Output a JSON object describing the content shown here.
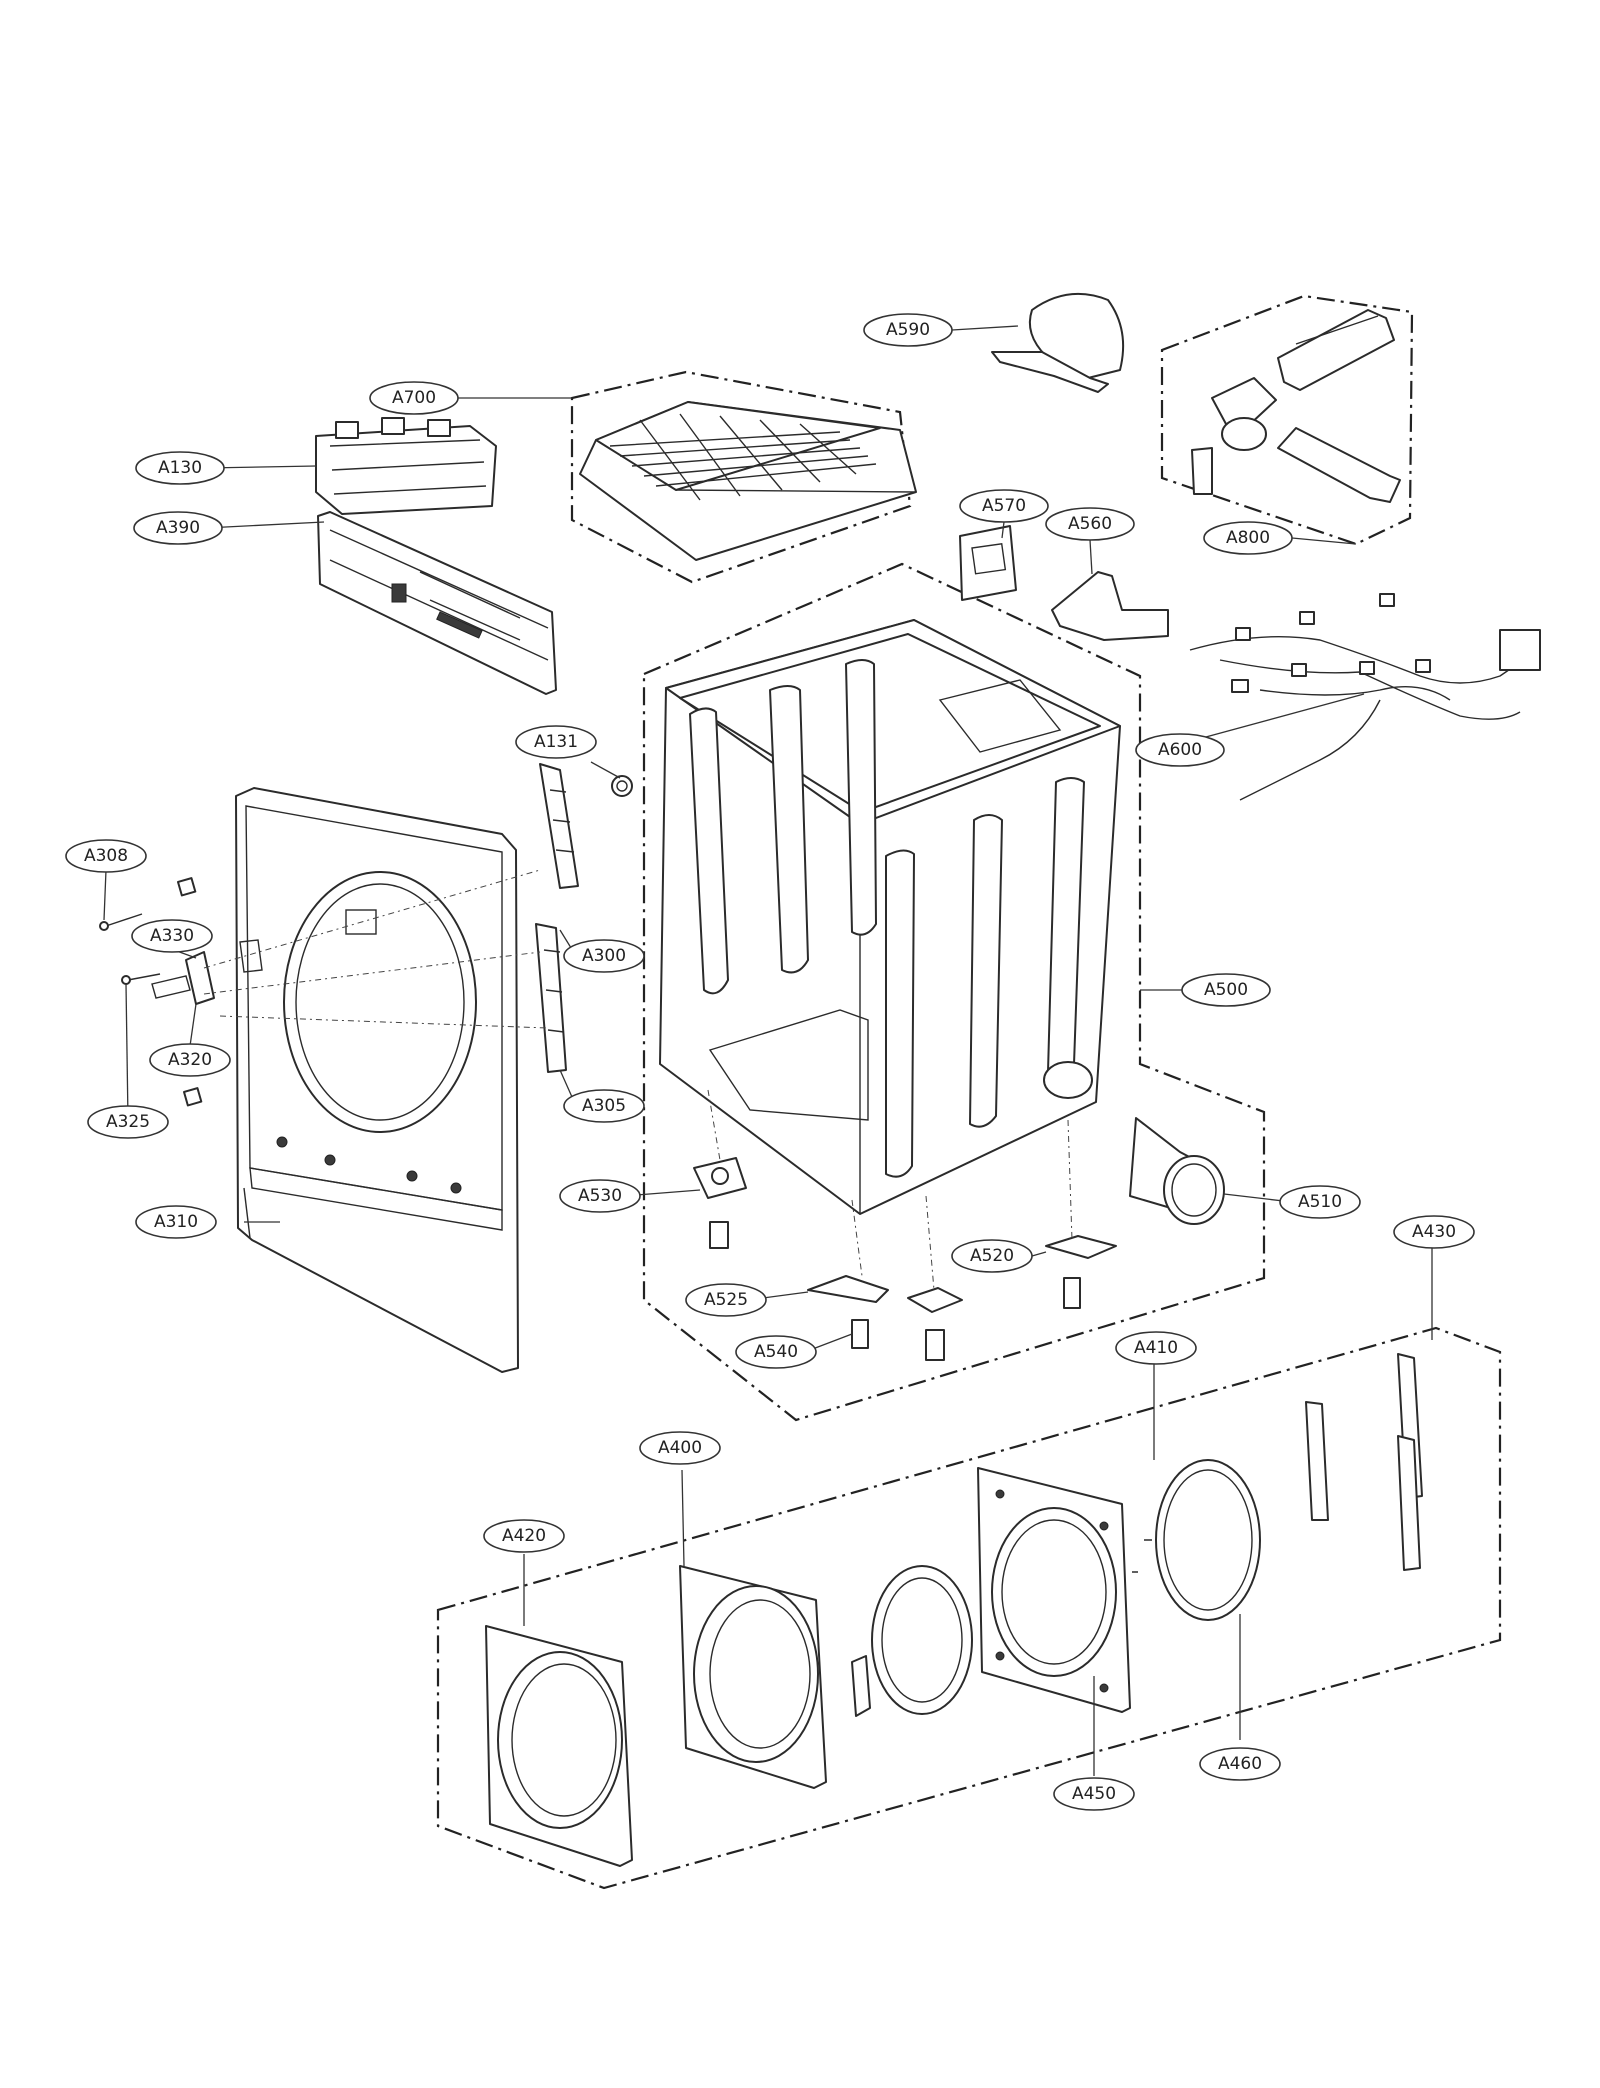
{
  "diagram": {
    "callouts": [
      {
        "id": "A590",
        "label": "A590"
      },
      {
        "id": "A700",
        "label": "A700"
      },
      {
        "id": "A130",
        "label": "A130"
      },
      {
        "id": "A390",
        "label": "A390"
      },
      {
        "id": "A570",
        "label": "A570"
      },
      {
        "id": "A560",
        "label": "A560"
      },
      {
        "id": "A800",
        "label": "A800"
      },
      {
        "id": "A600",
        "label": "A600"
      },
      {
        "id": "A131",
        "label": "A131"
      },
      {
        "id": "A308",
        "label": "A308"
      },
      {
        "id": "A330",
        "label": "A330"
      },
      {
        "id": "A300",
        "label": "A300"
      },
      {
        "id": "A500",
        "label": "A500"
      },
      {
        "id": "A320",
        "label": "A320"
      },
      {
        "id": "A305",
        "label": "A305"
      },
      {
        "id": "A325",
        "label": "A325"
      },
      {
        "id": "A530",
        "label": "A530"
      },
      {
        "id": "A510",
        "label": "A510"
      },
      {
        "id": "A310",
        "label": "A310"
      },
      {
        "id": "A430",
        "label": "A430"
      },
      {
        "id": "A520",
        "label": "A520"
      },
      {
        "id": "A525",
        "label": "A525"
      },
      {
        "id": "A410",
        "label": "A410"
      },
      {
        "id": "A540",
        "label": "A540"
      },
      {
        "id": "A400",
        "label": "A400"
      },
      {
        "id": "A420",
        "label": "A420"
      },
      {
        "id": "A460",
        "label": "A460"
      },
      {
        "id": "A450",
        "label": "A450"
      }
    ]
  }
}
